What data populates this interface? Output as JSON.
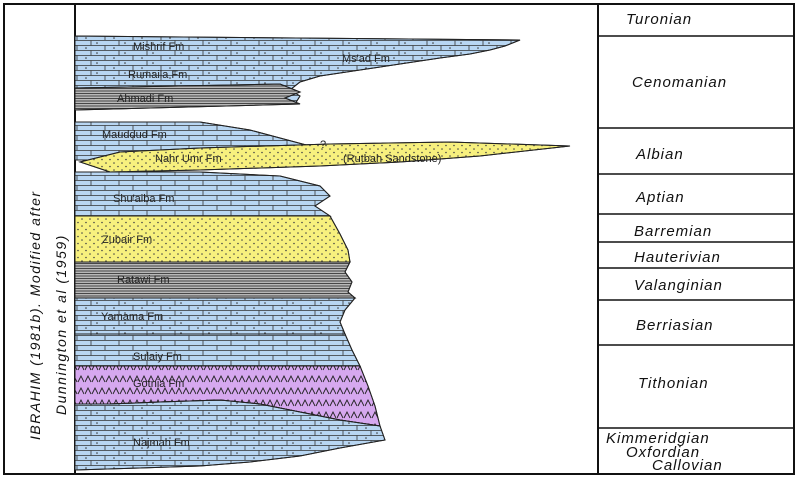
{
  "side_caption": {
    "line1": "IBRAHIM (1981b). Modified after",
    "line2": "Dunnington et al (1959)"
  },
  "stages": [
    "Turonian",
    "Cenomanian",
    "Albian",
    "Aptian",
    "Barremian",
    "Hauterivian",
    "Valanginian",
    "Berriasian",
    "Tithonian",
    "Kimmeridgian",
    "Oxfordian",
    "Callovian"
  ],
  "formations": {
    "mishrif": "Mishrif Fm",
    "msad": "Ms'ad Fm",
    "rumaila": "Rumaila Fm",
    "ahmadi": "Ahmadi Fm",
    "mauddud": "Mauddud Fm",
    "nahr_umr": "Nahr Umr Fm",
    "nahr_umr_q": "?",
    "rutbah": "(Rutbah Sandstone)",
    "shuaiba": "Shu'aiba Fm",
    "zubair": "Zubair Fm",
    "ratawi": "Ratawi Fm",
    "yamama": "Yamama Fm",
    "sulaiy": "Sulaiy Fm",
    "gotnia": "Gotnia Fm",
    "najmah": "Najmah Fm"
  },
  "lithology_colors": {
    "limestone": "#b8d6f2",
    "sandstone": "#f7f07e",
    "shale": "#b8b8b8",
    "evaporite": "#d6a8ef"
  }
}
